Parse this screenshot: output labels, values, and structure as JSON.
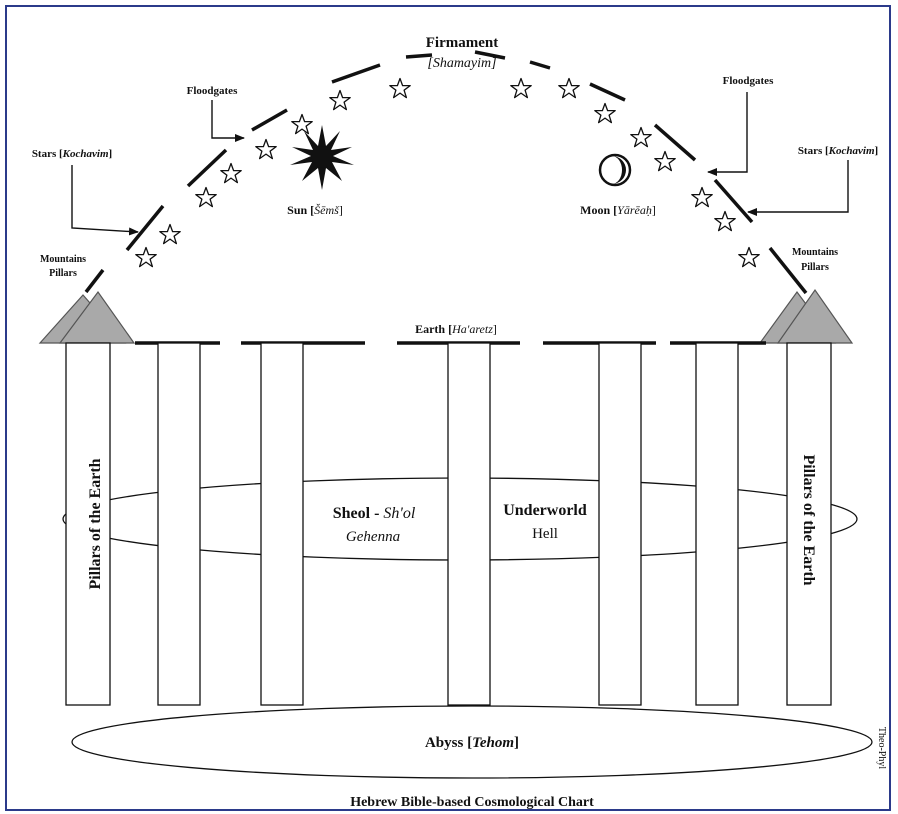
{
  "labels": {
    "firmament": "Firmament",
    "firmament_sub": "[Shamayim]",
    "floodgates_left": "Floodgates",
    "floodgates_right": "Floodgates",
    "stars_left_main": "Stars [",
    "stars_left_italic": "Kochavim",
    "stars_left_end": "]",
    "stars_right_main": "Stars [",
    "stars_right_italic": "Kochavim",
    "stars_right_end": "]",
    "sun_main": "Sun [",
    "sun_italic": "Šēmš",
    "sun_end": "]",
    "moon_main": "Moon [",
    "moon_italic": "Yārēaḥ",
    "moon_end": "]",
    "mountains_left_1": "Mountains",
    "mountains_left_2": "Pillars",
    "mountains_right_1": "Mountains",
    "mountains_right_2": "Pillars",
    "earth_main": "Earth [",
    "earth_italic": "Ha'aretz",
    "earth_end": "]",
    "pillars_left": "Pillars of the Earth",
    "pillars_right": "Pillars of the Earth",
    "sheol_main": "Sheol - ",
    "sheol_italic": "Sh'ol",
    "gehenna": "Gehenna",
    "underworld": "Underworld",
    "hell": "Hell",
    "abyss_main": "Abyss  [",
    "abyss_italic": "Tehom",
    "abyss_end": "]",
    "credit": "Theo-Phyl",
    "caption": "Hebrew Bible-based Cosmological Chart"
  },
  "colors": {
    "ink": "#111111",
    "mountain": "#a9a9a9",
    "frame": "#2b3a8a"
  },
  "icons": [
    "star-icon",
    "sun-icon",
    "moon-icon",
    "mountain-icon",
    "arrow-icon"
  ]
}
